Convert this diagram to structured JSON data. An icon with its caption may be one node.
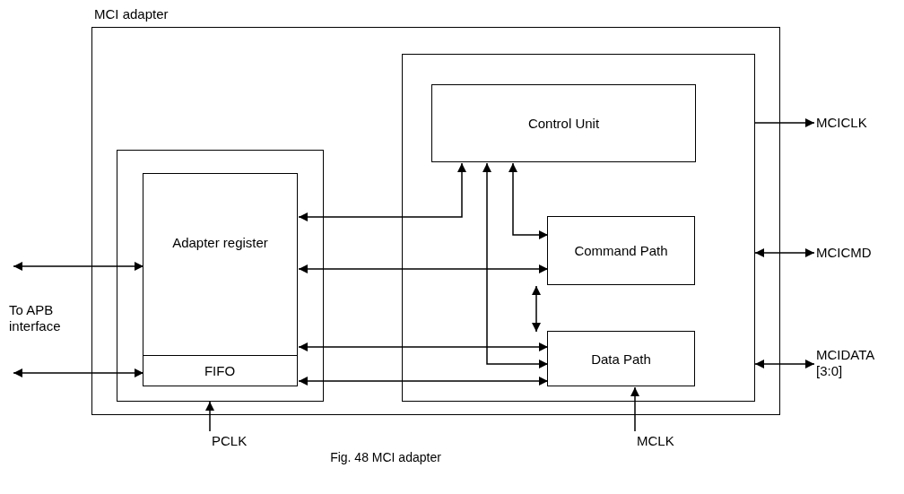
{
  "diagram": {
    "caption": "Fig. 48 MCI adapter",
    "nodes": [
      {
        "text": [
          "MCI adapter"
        ]
      },
      {
        "text": [],
        "shape": "box",
        "in": 0
      },
      {
        "text": [
          "Adapter register"
        ],
        "in": 1
      },
      {
        "text": [
          "FIFO"
        ],
        "in": 2
      },
      {
        "text": [],
        "shape": "box",
        "in": 0
      },
      {
        "text": [
          "Control Unit"
        ],
        "in": 4
      },
      {
        "text": [
          "Command Path"
        ],
        "in": 4
      },
      {
        "text": [
          "Data Path"
        ],
        "in": 4
      },
      {
        "text": [
          "MCICLK"
        ]
      },
      {
        "text": [
          "MCICMD"
        ]
      },
      {
        "text": [
          "MCIDATA [3:0]"
        ]
      },
      {
        "text": [
          "PCLK"
        ]
      },
      {
        "text": [
          "MCLK"
        ]
      }
    ],
    "edges": [
      {
        "from": null,
        "to": 2,
        "arrow": "both"
      },
      {
        "from": null,
        "to": 3,
        "arrow": "both"
      },
      {
        "from": 2,
        "to": 5,
        "arrow": "both"
      },
      {
        "from": 2,
        "to": 6,
        "arrow": "both"
      },
      {
        "from": 2,
        "to": 7,
        "arrow": "both"
      },
      {
        "from": 3,
        "to": 7,
        "arrow": "both"
      },
      {
        "from": 5,
        "to": 7,
        "arrow": "both"
      },
      {
        "from": 5,
        "to": 6,
        "arrow": "both"
      },
      {
        "from": 6,
        "to": 7,
        "arrow": "both"
      },
      {
        "from": 4,
        "to": 8,
        "arrow": "to"
      },
      {
        "from": 4,
        "to": 9,
        "arrow": "both"
      },
      {
        "from": 4,
        "to": 10,
        "arrow": "both"
      },
      {
        "from": 11,
        "to": 1,
        "arrow": "to"
      },
      {
        "from": 12,
        "to": 7,
        "arrow": "to"
      }
    ],
    "labels": [
      "To APB interface"
    ]
  }
}
